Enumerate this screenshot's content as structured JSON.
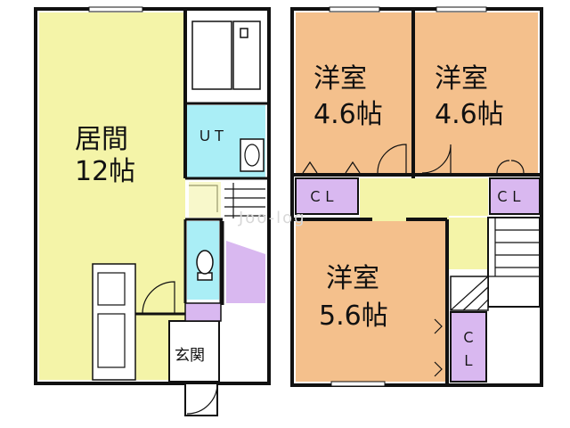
{
  "floor_plan": {
    "rooms": {
      "living": {
        "name": "居間",
        "size": "12帖"
      },
      "unit_bath": {
        "name": "ＵＴ"
      },
      "entrance": {
        "name": "玄関"
      },
      "western_1": {
        "name": "洋室",
        "size": "4.6帖"
      },
      "western_2": {
        "name": "洋室",
        "size": "4.6帖"
      },
      "western_3": {
        "name": "洋室",
        "size": "5.6帖"
      }
    },
    "closets": {
      "closet_1": "ＣＬ",
      "closet_2": "ＣＬ",
      "closet_3": "ＣＬ"
    },
    "colors": {
      "living": "#f4f4a8",
      "western": "#f4c08c",
      "wet_area": "#aaeef6",
      "closet": "#d9b8f0",
      "hall": "#f4f4a8",
      "wall": "#111111"
    },
    "watermark": "Joo-log"
  }
}
